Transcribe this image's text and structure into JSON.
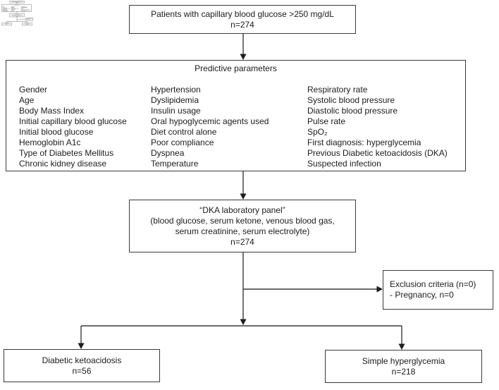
{
  "diagram": {
    "top_box": {
      "line1": "Patients with capillary blood glucose >250 mg/dL",
      "line2": "n=274"
    },
    "predictive_box": {
      "title": "Predictive parameters",
      "col1": [
        "Gender",
        "Age",
        "Body Mass Index",
        "Initial capillary blood glucose",
        "Initial blood glucose",
        "Hemoglobin A1c",
        "Type of Diabetes Mellitus",
        "Chronic kidney disease"
      ],
      "col2": [
        "Hypertension",
        "Dyslipidemia",
        "Insulin usage",
        "Oral hypoglycemic agents used",
        "Diet control alone",
        "Poor compliance",
        "Dyspnea",
        "Temperature"
      ],
      "col3": [
        "Respiratory rate",
        "Systolic blood pressure",
        "Diastolic blood pressure",
        "Pulse rate",
        "SpO₂",
        "First diagnosis: hyperglycemia",
        "Previous Diabetic ketoacidosis (DKA)",
        "Suspected infection"
      ]
    },
    "panel_box": {
      "line1": "“DKA laboratory panel”",
      "line2": "(blood glucose, serum ketone, venous blood gas,",
      "line3": "serum creatinine, serum electrolyte)",
      "line4": "n=274"
    },
    "exclusion_box": {
      "line1": "Exclusion criteria (n=0)",
      "line2": "- Pregnancy, n=0"
    },
    "dka_outcome_box": {
      "line1": "Diabetic ketoacidosis",
      "line2": "n=56"
    },
    "hyperglycemia_outcome_box": {
      "line1": "Simple hyperglycemia",
      "line2": "n=218"
    }
  },
  "colors": {
    "background": "#ffffff",
    "box_border": "#3a3a3a",
    "text": "#1c1c1c",
    "connector": "#3a3a3a"
  }
}
